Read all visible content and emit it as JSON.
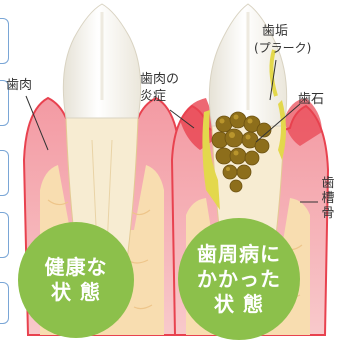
{
  "labels": {
    "gum": "歯肉",
    "inflammation": [
      "歯肉の",
      "炎症"
    ],
    "plaque": [
      "歯垢",
      "(プラーク)"
    ],
    "tartar": "歯石",
    "alveolar_bone": "歯槽骨"
  },
  "badges": {
    "healthy": [
      "健康な",
      "状 態"
    ],
    "periodontal": [
      "歯周病に",
      "かかった",
      "状 態"
    ]
  },
  "colors": {
    "gum": "#f5b5ba",
    "gum_edge": "#e8424f",
    "bone": "#f8ddb0",
    "tooth": "#fbf8ee",
    "plaque": "#e3d84c",
    "tartar": "#8d6e1b",
    "badge": "#8cc04b",
    "tab_border": "#7aa6d6"
  }
}
